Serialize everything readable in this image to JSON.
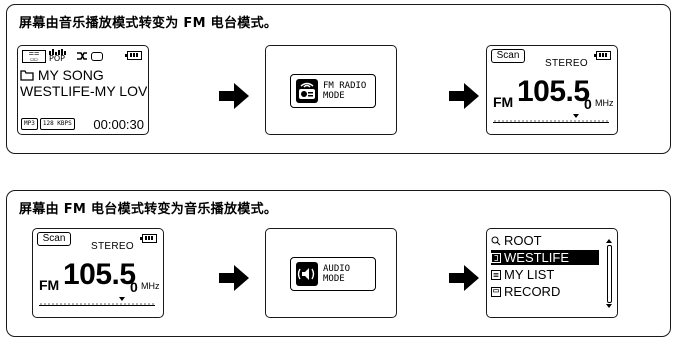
{
  "colors": {
    "ink": "#000000",
    "background": "#ffffff"
  },
  "panel1": {
    "heading": "屏幕由音乐播放模式转变为 FM 电台模式。",
    "music_screen": {
      "eq_icon": "eq-mode-icon",
      "genre": "POP",
      "line1": "MY SONG",
      "line2": "WESTLIFE-MY LOVE",
      "format_tag": "MP3",
      "bitrate_tag": "128 KBPS",
      "time": "00:00:30"
    },
    "mode_screen": {
      "line1": "FM RADIO",
      "line2": "MODE",
      "icon": "radio-icon"
    },
    "fm_screen": {
      "scan": "Scan",
      "stereo": "STEREO",
      "band": "FM",
      "freq": "105.5",
      "decimal": "0",
      "unit": "MHz"
    }
  },
  "panel2": {
    "heading": "屏幕由 FM 电台模式转变为音乐播放模式。",
    "fm_screen": {
      "scan": "Scan",
      "stereo": "STEREO",
      "band": "FM",
      "freq": "105.5",
      "decimal": "0",
      "unit": "MHz"
    },
    "mode_screen": {
      "line1": "AUDIO",
      "line2": "MODE",
      "icon": "audio-icon"
    },
    "list_screen": {
      "items": [
        {
          "label": "ROOT",
          "icon": "root-folder-icon"
        },
        {
          "label": "WESTLIFE",
          "icon": "folder-icon"
        },
        {
          "label": "MY LIST",
          "icon": "list-icon"
        },
        {
          "label": "RECORD",
          "icon": "record-icon"
        }
      ],
      "selected_index": 1
    }
  }
}
